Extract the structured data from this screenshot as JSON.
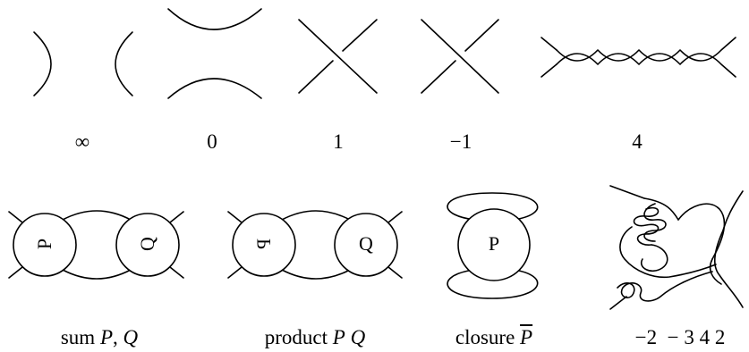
{
  "tangles": [
    {
      "id": "infinity",
      "label": "∞"
    },
    {
      "id": "zero",
      "label": "0"
    },
    {
      "id": "one",
      "label": "1"
    },
    {
      "id": "minus-one",
      "label": "−1"
    },
    {
      "id": "four",
      "label": "4"
    }
  ],
  "operations": {
    "sum": {
      "prefix": "sum ",
      "p": "P",
      "sep": ", ",
      "q": "Q",
      "circle_left": "P",
      "circle_right": "Q"
    },
    "product": {
      "prefix": "product ",
      "p": "P",
      "sep": " ",
      "q": "Q",
      "circle_left": "P",
      "circle_right": "Q"
    },
    "closure": {
      "prefix": "closure ",
      "p": "P",
      "circle": "P"
    },
    "rational": {
      "label": "−2  − 3 4 2"
    }
  }
}
